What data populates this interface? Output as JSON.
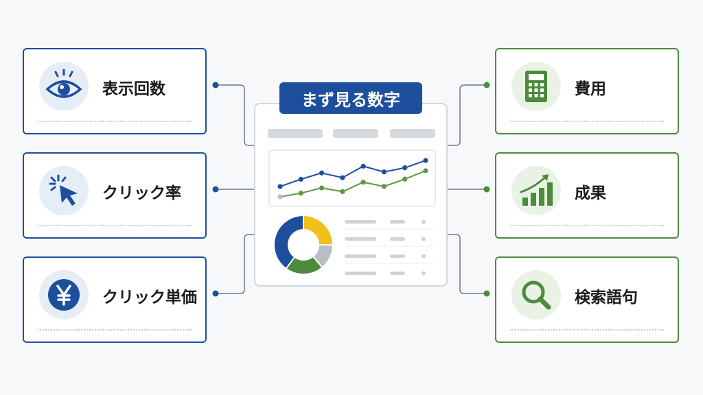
{
  "center": {
    "title": "まず見る数字",
    "dashboard": {
      "trend_top": [
        0.0,
        0.28,
        0.52,
        0.34,
        0.78,
        0.56,
        0.72,
        1.0
      ],
      "trend_bottom": [
        0.0,
        0.14,
        0.34,
        0.2,
        0.56,
        0.4,
        0.68,
        1.0
      ],
      "donut_shares": [
        0.25,
        0.14,
        0.21,
        0.4
      ],
      "colors": {
        "blue": "#1d4f9c",
        "green": "#4b8b3b",
        "yellow": "#f2c01e",
        "gray": "#b9bdc4"
      }
    }
  },
  "left_cards": [
    {
      "label": "表示回数",
      "icon": "eye-icon"
    },
    {
      "label": "クリック率",
      "icon": "cursor-click-icon"
    },
    {
      "label": "クリック単価",
      "icon": "yen-icon"
    }
  ],
  "right_cards": [
    {
      "label": "費用",
      "icon": "calculator-icon"
    },
    {
      "label": "成果",
      "icon": "growth-chart-icon"
    },
    {
      "label": "検索語句",
      "icon": "magnifier-icon"
    }
  ]
}
